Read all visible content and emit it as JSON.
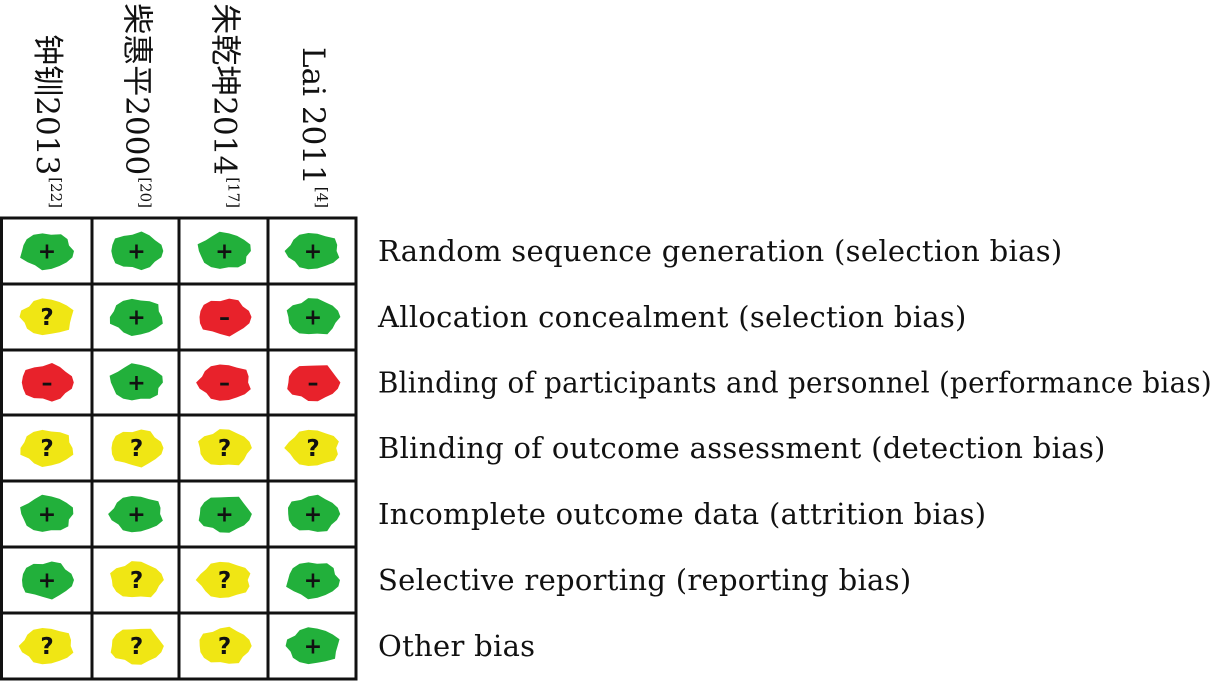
{
  "chart_data": {
    "type": "table",
    "studies": [
      {
        "name": "钟钏2013",
        "ref": "[22]"
      },
      {
        "name": "柴惠平2000",
        "ref": "[20]"
      },
      {
        "name": "朱乾坤2014",
        "ref": "[17]"
      },
      {
        "name": "Lai 2011",
        "ref": "[4]"
      }
    ],
    "domains": [
      "Random sequence generation (selection bias)",
      "Allocation concealment (selection bias)",
      "Blinding of participants and personnel (performance bias)",
      "Blinding of outcome assessment (detection bias)",
      "Incomplete outcome data (attrition bias)",
      "Selective reporting (reporting bias)",
      "Other bias"
    ],
    "judgements": [
      [
        "low",
        "low",
        "low",
        "low"
      ],
      [
        "unclear",
        "low",
        "high",
        "low"
      ],
      [
        "high",
        "low",
        "high",
        "high"
      ],
      [
        "unclear",
        "unclear",
        "unclear",
        "unclear"
      ],
      [
        "low",
        "low",
        "low",
        "low"
      ],
      [
        "low",
        "unclear",
        "unclear",
        "low"
      ],
      [
        "unclear",
        "unclear",
        "unclear",
        "low"
      ]
    ],
    "legend": {
      "low": {
        "symbol": "+",
        "color": "#22b03b"
      },
      "unclear": {
        "symbol": "?",
        "color": "#f0e614"
      },
      "high": {
        "symbol": "–",
        "color": "#e8222b"
      }
    }
  }
}
